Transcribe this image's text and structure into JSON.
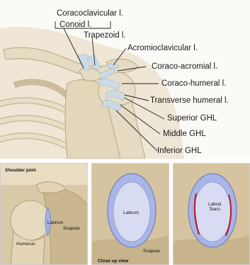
{
  "top_labels": {
    "coracoclavicular": "Coracoclavicular l.",
    "conoid": "Conoid l.",
    "trapezoid": "Trapezoid l.",
    "acromioclavicular": "Acromioclavicular l.",
    "coraco_acromial": "Coraco-acromial l.",
    "coraco_humeral": "Coraco-humeral l.",
    "transverse_humeral": "Transverse humeral l.",
    "superior_ghl": "Superior GHL",
    "middle_ghl": "Middle GHL",
    "inferior_ghl": "Inferior GHL"
  },
  "panel_shoulder": {
    "title": "Shoulder joint",
    "labrum": "Labrum",
    "scapula": "Scapula",
    "humerus": "Humerus"
  },
  "panel_closeup": {
    "labrum": "Labrum",
    "caption": "Close up view",
    "scapula": "Scapula"
  },
  "panel_tears": {
    "label": "Labral Tears"
  },
  "colors": {
    "bone": "#e6dcc4",
    "bone_shadow": "#c9b994",
    "ligament": "#c9dbe8",
    "labrum_blue": "#b9c4ec",
    "tear_red": "#b8232a"
  }
}
